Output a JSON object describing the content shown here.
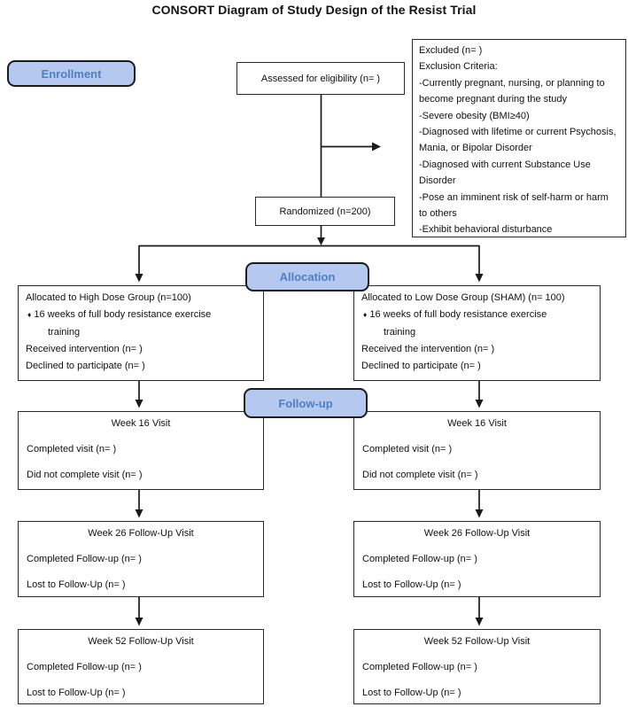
{
  "title": "CONSORT Diagram of Study Design of the Resist Trial",
  "colors": {
    "label_fill": "#b5c8f0",
    "label_border": "#1c1c1c",
    "label_text": "#4e7fc1",
    "box_border": "#2b2b2b",
    "text": "#111111",
    "arrow": "#1a1a1a"
  },
  "stage_labels": {
    "enrollment": "Enrollment",
    "allocation": "Allocation",
    "followup": "Follow-up"
  },
  "boxes": {
    "assessed": {
      "text": "Assessed for eligibility (n= )"
    },
    "excluded": {
      "lines": [
        "Excluded (n= )",
        "Exclusion Criteria:",
        "-Currently pregnant, nursing, or planning to become pregnant during the study",
        "-Severe obesity (BMI≥40)",
        "-Diagnosed with lifetime or current Psychosis, Mania, or Bipolar Disorder",
        "-Diagnosed with current Substance Use Disorder",
        "-Pose an imminent risk of self-harm or harm to others",
        "-Exhibit behavioral disturbance"
      ]
    },
    "randomized": {
      "text": "Randomized (n=200)"
    },
    "allocation_left": {
      "title": "Allocated to High Dose Group (n=100)",
      "bullet_icon": "♦",
      "bullet_line1": "16 weeks of full body resistance exercise",
      "bullet_line2": "training",
      "lines": [
        "Received intervention (n= )",
        "Declined to participate (n= )"
      ]
    },
    "allocation_right": {
      "title": "Allocated to Low Dose Group (SHAM) (n= 100)",
      "bullet_icon": "♦",
      "bullet_line1": "16 weeks of full body resistance exercise",
      "bullet_line2": "training",
      "lines": [
        "Received the intervention (n= )",
        "Declined to participate (n= )"
      ]
    },
    "week16_left": {
      "title": "Week 16 Visit",
      "lines": [
        "Completed visit (n= )",
        "Did not complete visit (n= )"
      ]
    },
    "week16_right": {
      "title": "Week 16 Visit",
      "lines": [
        "Completed visit (n= )",
        "Did not complete visit (n= )"
      ]
    },
    "week26_left": {
      "title": "Week 26 Follow-Up Visit",
      "lines": [
        "Completed Follow-up (n= )",
        "Lost to Follow-Up (n= )"
      ]
    },
    "week26_right": {
      "title": "Week 26 Follow-Up Visit",
      "lines": [
        "Completed Follow-up (n= )",
        "Lost to Follow-Up (n= )"
      ]
    },
    "week52_left": {
      "title": "Week 52 Follow-Up Visit",
      "lines": [
        "Completed Follow-up (n= )",
        "Lost to Follow-Up (n= )"
      ]
    },
    "week52_right": {
      "title": "Week 52 Follow-Up Visit",
      "lines": [
        "Completed Follow-up (n= )",
        "Lost to Follow-Up (n= )"
      ]
    }
  }
}
